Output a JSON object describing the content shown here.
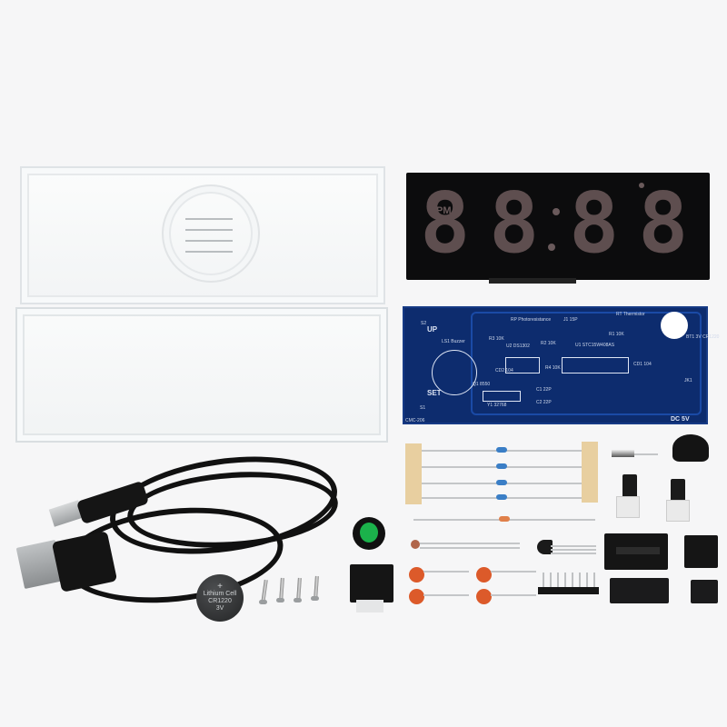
{
  "scene": {
    "description": "DIY digital clock electronics kit laid out on white background",
    "background_color": "#f6f6f7"
  },
  "display": {
    "indicator": "PM",
    "digits": [
      "8",
      "8",
      "8",
      "8"
    ],
    "colon": ":",
    "segment_color": "#5e4e4f",
    "panel_color": "#0c0c0d"
  },
  "pcb": {
    "board_color": "#0d2c6e",
    "labels": {
      "s2": "S2",
      "up": "UP",
      "s1": "S1",
      "set": "SET",
      "buzzer": "LS1 Buzzer",
      "q1": "Q1 8550",
      "photo": "RP Photoresistance",
      "j1": "J1 15P",
      "thermistor": "RT Thermistor",
      "r1": "R1 10K",
      "r2": "R2 10K",
      "r3": "R3 10K",
      "r4": "R4 10K",
      "u2": "U2 DS1302",
      "u1": "U1 STC15W408AS",
      "cd1": "CD1 104",
      "cd2": "CD2 104",
      "c1": "C1 22P",
      "c2": "C2 22P",
      "y1": "Y1 32768",
      "bt1": "BT1 3V CR1220",
      "jk1": "JK1",
      "dc5v": "DC 5V",
      "model": "CMC-206"
    }
  },
  "kit_parts": {
    "case": "Clear acrylic case (2 pieces)",
    "cable": "USB to DC 5.5mm power cable",
    "battery": {
      "plus": "+",
      "line1": "Lithium Cell",
      "line2": "CR1220",
      "line3": "3V"
    },
    "screws": 4,
    "buzzer": "Passive buzzer",
    "dc_jack": "DC power jack",
    "resistors": 4,
    "thermistor": 1,
    "photoresistor": 1,
    "ceramic_capacitors": 4,
    "transistor": 1,
    "pin_header_count": 8,
    "ic_socket_16pin": 1,
    "ic_socket_8pin": 1,
    "ic_16pin": 1,
    "ic_8pin": 1,
    "crystal": 1,
    "battery_holder": 1,
    "tact_switches": 2
  }
}
